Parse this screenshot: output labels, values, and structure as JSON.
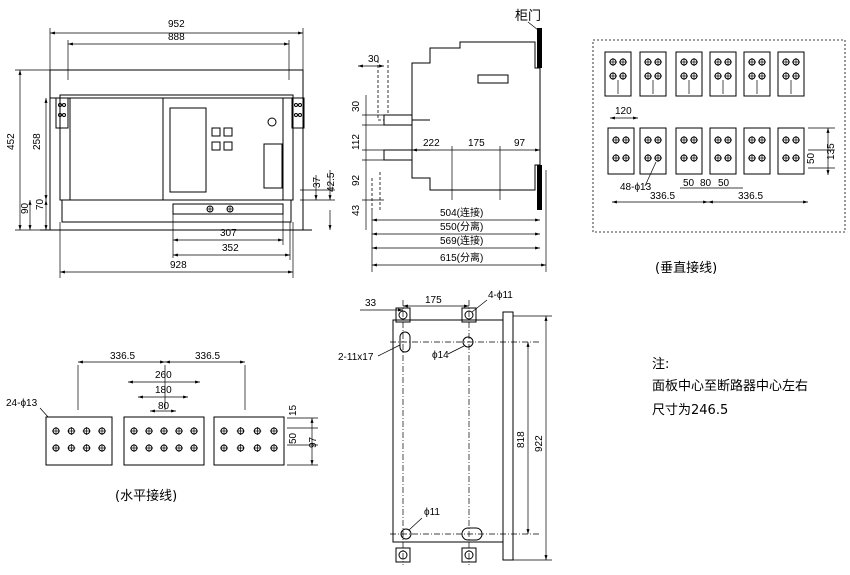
{
  "front_view": {
    "dims": {
      "w952": "952",
      "w888": "888",
      "w307": "307",
      "w352": "352",
      "w928": "928",
      "h452": "452",
      "h258": "258",
      "h90": "90",
      "h70": "70",
      "h37": "37",
      "h42_5": "42.5"
    }
  },
  "side_view": {
    "cabinet_door_label": "柜门",
    "dims": {
      "d30_top": "30",
      "d30": "30",
      "d112": "112",
      "d92": "92",
      "d43": "43",
      "d222": "222",
      "d175": "175",
      "d97": "97",
      "d504": "504(连接)",
      "d550": "550(分离)",
      "d569": "569(连接)",
      "d615": "615(分离)"
    }
  },
  "vertical_wiring": {
    "caption": "(垂直接线)",
    "dims": {
      "d120": "120",
      "d48": "48-ϕ13",
      "d50a": "50",
      "d80": "80",
      "d50b": "50",
      "d336a": "336.5",
      "d336b": "336.5",
      "d50v": "50",
      "d135": "135"
    }
  },
  "horizontal_wiring": {
    "caption": "(水平接线)",
    "dims": {
      "d336a": "336.5",
      "d336b": "336.5",
      "d260": "260",
      "d180": "180",
      "d80": "80",
      "d24": "24-ϕ13",
      "d15": "15",
      "d50": "50",
      "d97": "97"
    }
  },
  "mounting_view": {
    "dims": {
      "d33": "33",
      "d175": "175",
      "d4_11": "4-ϕ11",
      "d2_11x17": "2-11x17",
      "d14": "ϕ14",
      "d11": "ϕ11",
      "d818": "818",
      "d922": "922"
    }
  },
  "note": {
    "title": "注:",
    "line1": "面板中心至断路器中心左右",
    "line2": "尺寸为246.5"
  }
}
